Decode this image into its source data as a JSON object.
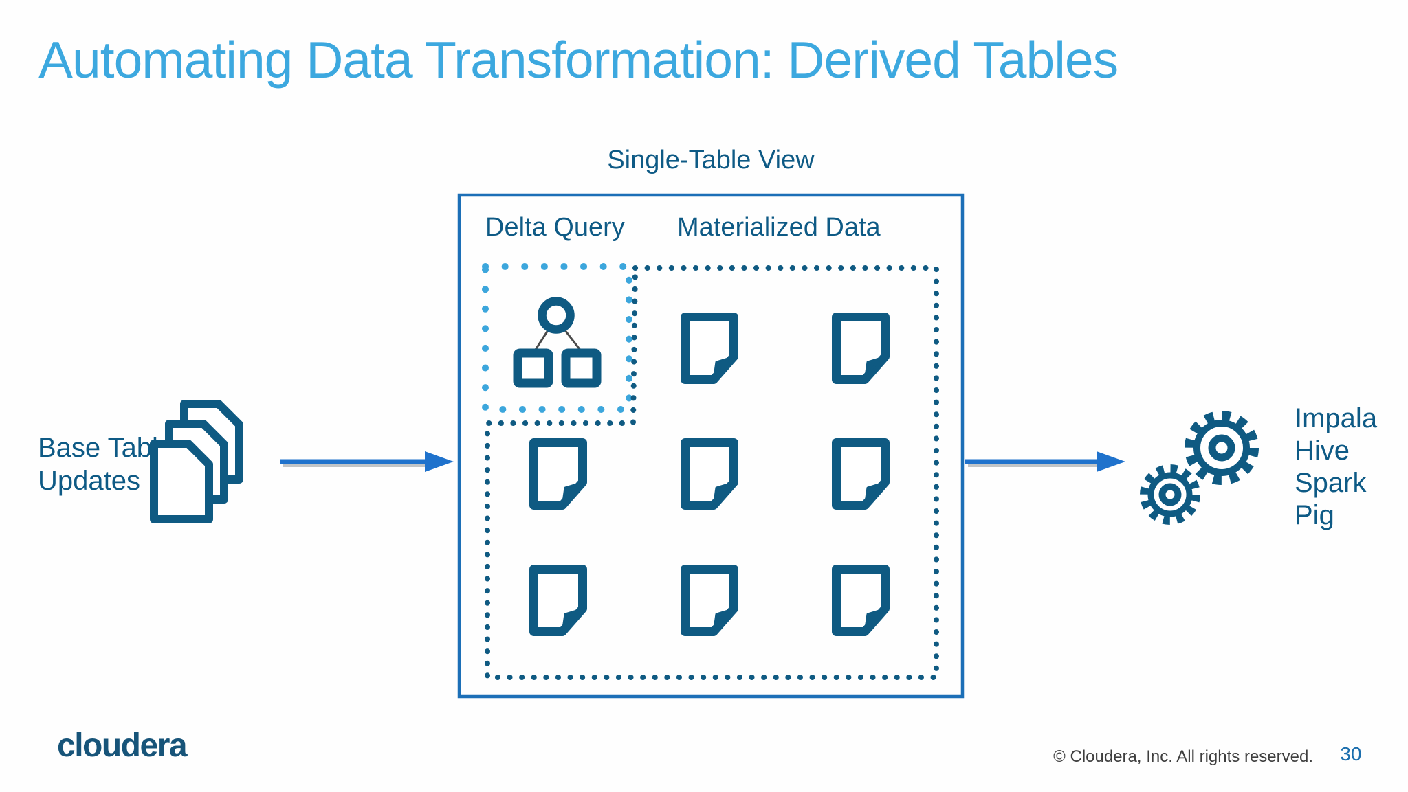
{
  "slide": {
    "title": "Automating Data Transformation: Derived Tables",
    "footer": {
      "copyright": "© Cloudera, Inc. All rights reserved.",
      "page_number": "30",
      "logo_text": "cloudera"
    }
  },
  "diagram": {
    "heading": "Single-Table View",
    "box": {
      "column_headers": {
        "delta_query": "Delta Query",
        "materialized_data": "Materialized Data"
      },
      "grid": {
        "rows": 3,
        "cols": 3
      },
      "materialized_document_count": 8
    },
    "input": {
      "label": "Base Table Updates"
    },
    "output": {
      "engines": [
        "Impala",
        "Hive",
        "Spark",
        "Pig"
      ]
    },
    "icons": {
      "delta_query": "query-tree-icon",
      "materialized_cell": "document-icon",
      "input": "stacked-documents-icon",
      "output": "gears-icon",
      "flow": "right-arrow-icon"
    },
    "colors": {
      "title_blue": "#3ca8df",
      "dark_blue": "#0f5a82",
      "box_border_blue": "#1c6fb7",
      "light_dot_blue": "#3ca6dc",
      "arrow_blue": "#1f72cc",
      "page_number_blue": "#1c6fae",
      "footer_gray": "#3e3e3e"
    }
  }
}
